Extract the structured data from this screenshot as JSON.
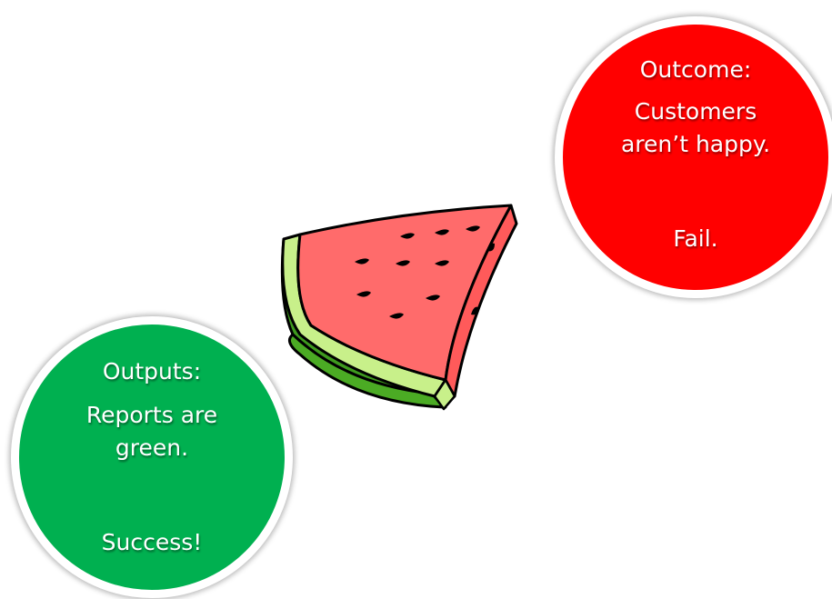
{
  "outcome": {
    "heading": "Outcome:",
    "line1": "Customers",
    "line2": "aren’t happy.",
    "status": "Fail.",
    "color": "#ff0000"
  },
  "outputs": {
    "heading": "Outputs:",
    "line1": "Reports are",
    "line2": "green.",
    "status": "Success!",
    "color": "#00b050"
  },
  "illustration": {
    "icon": "watermelon-slice-icon",
    "flesh_color": "#ff6b6b",
    "rind_color": "#58b928",
    "inner_rind_color": "#c8f08a"
  }
}
